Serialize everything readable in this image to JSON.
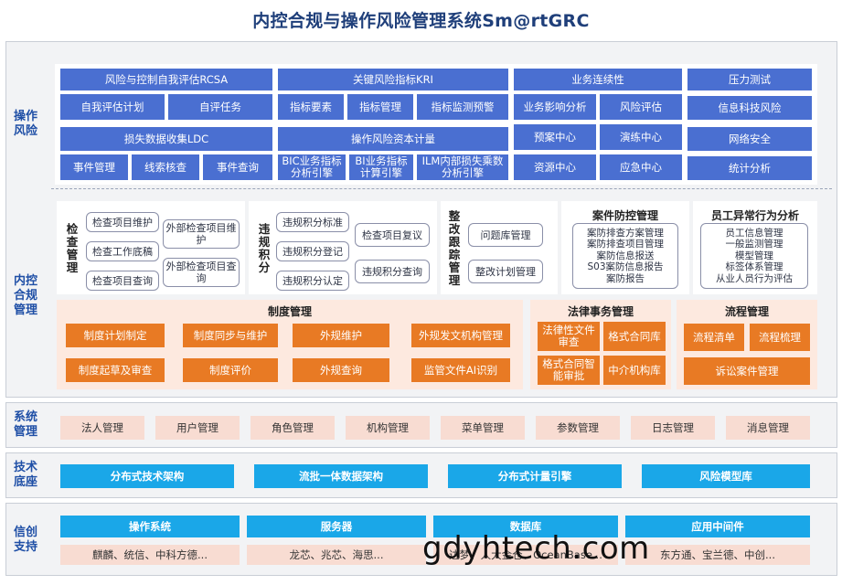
{
  "title": "内控合规与操作风险管理系统Sm@rtGRC",
  "side_labels": {
    "op_risk": "操作\n风险",
    "ic": "内控\n合规\n管理",
    "sys": "系统\n管理",
    "tech": "技术\n底座",
    "xc": "信创\n支持"
  },
  "op_risk": {
    "rcsa": "风险与控制自我评估RCSA",
    "rcsa_plan": "自我评估计划",
    "rcsa_task": "自评任务",
    "ldc": "损失数据收集LDC",
    "ldc_event": "事件管理",
    "ldc_clue": "线索核查",
    "ldc_query": "事件查询",
    "kri": "关键风险指标KRI",
    "kri_elem": "指标要素",
    "kri_mgmt": "指标管理",
    "kri_monitor": "指标监测预警",
    "capital": "操作风险资本计量",
    "bic": "BIC业务指标分析引擎",
    "bi": "BI业务指标计算引擎",
    "ilm": "ILM内部损失乘数分析引擎",
    "bcm": "业务连续性",
    "bia": "业务影响分析",
    "risk_assess": "风险评估",
    "plan_center": "预案中心",
    "drill_center": "演练中心",
    "resource_center": "资源中心",
    "emergency_center": "应急中心",
    "stress": "压力测试",
    "it_risk": "信息科技风险",
    "net_sec": "网络安全",
    "stat": "统计分析"
  },
  "inspection": {
    "label": "检查管理",
    "i1": "检查项目维护",
    "i2": "检查工作底稿",
    "i3": "检查项目查询",
    "i4": "外部检查项目维护",
    "i5": "外部检查项目查询"
  },
  "violation": {
    "label": "违规积分",
    "v1": "违规积分标准",
    "v2": "违规积分登记",
    "v3": "违规积分认定",
    "v4": "检查项目复议",
    "v5": "违规积分查询"
  },
  "rectify": {
    "label": "整改跟踪管理",
    "r1": "问题库管理",
    "r2": "整改计划管理"
  },
  "case": {
    "title": "案件防控管理",
    "lines": [
      "案防排查方案管理",
      "案防排查项目管理",
      "案防信息报送",
      "S03案防信息报告",
      "案防报告"
    ]
  },
  "staff": {
    "title": "员工异常行为分析",
    "lines": [
      "员工信息管理",
      "一般监测管理",
      "模型管理",
      "标签体系管理",
      "从业人员行为评估"
    ]
  },
  "policy": {
    "title": "制度管理",
    "p1": "制度计划制定",
    "p2": "制度同步与维护",
    "p3": "外规维护",
    "p4": "外规发文机构管理",
    "p5": "制度起草及审查",
    "p6": "制度评价",
    "p7": "外规查询",
    "p8": "监管文件AI识别"
  },
  "legal": {
    "title": "法律事务管理",
    "l1": "法律性文件审查",
    "l2": "格式合同库",
    "l3": "格式合同智能审批",
    "l4": "中介机构库"
  },
  "process": {
    "title": "流程管理",
    "f1": "流程清单",
    "f2": "流程梳理",
    "f3": "诉讼案件管理"
  },
  "system": [
    "法人管理",
    "用户管理",
    "角色管理",
    "机构管理",
    "菜单管理",
    "参数管理",
    "日志管理",
    "消息管理"
  ],
  "tech": [
    "分布式技术架构",
    "流批一体数据架构",
    "分布式计量引擎",
    "风险模型库"
  ],
  "xc": {
    "os": "操作系统",
    "os_items": "麒麟、统信、中科方德...",
    "server": "服务器",
    "server_items": "龙芯、兆芯、海思...",
    "db": "数据库",
    "db_items": "达梦、人大金仓、OceanBase...",
    "mw": "应用中间件",
    "mw_items": "东方通、宝兰德、中创..."
  },
  "watermark": "gdyhtech.com",
  "colors": {
    "blue": "#4a6fd1",
    "orange": "#e87a24",
    "cyan": "#1aa7e8",
    "pink": "#f8dcd2",
    "title": "#1f3f7a",
    "side": "#1f4fa6"
  }
}
